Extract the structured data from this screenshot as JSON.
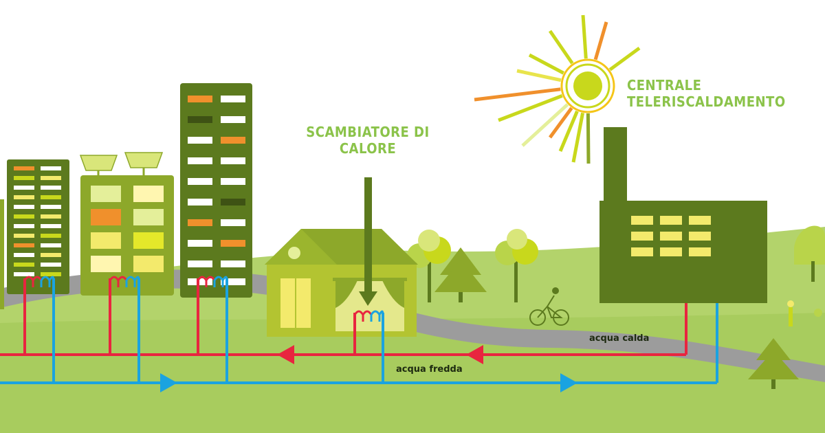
{
  "labels": {
    "heat_exchanger_line1": "SCAMBIATORE DI",
    "heat_exchanger_line2": "CALORE",
    "plant_line1": "CENTRALE",
    "plant_line2": "TELERISCALDAMENTO",
    "hot_water": "acqua calda",
    "cold_water": "acqua fredda"
  },
  "icons": [
    "sun-icon",
    "factory-icon",
    "house-icon",
    "solar-panel-icon",
    "tree-icon",
    "cyclist-icon",
    "radiator-icon",
    "flow-arrow-icon"
  ],
  "colors": {
    "hot_pipe": "#e8253f",
    "cold_pipe": "#1aa3e0",
    "label_green": "#8bc34a",
    "building_dark": "#5c7a1e",
    "building_mid": "#8da82a",
    "ground": "#b3d36b",
    "road": "#9c9c9c",
    "sun": "#c8d81c"
  }
}
